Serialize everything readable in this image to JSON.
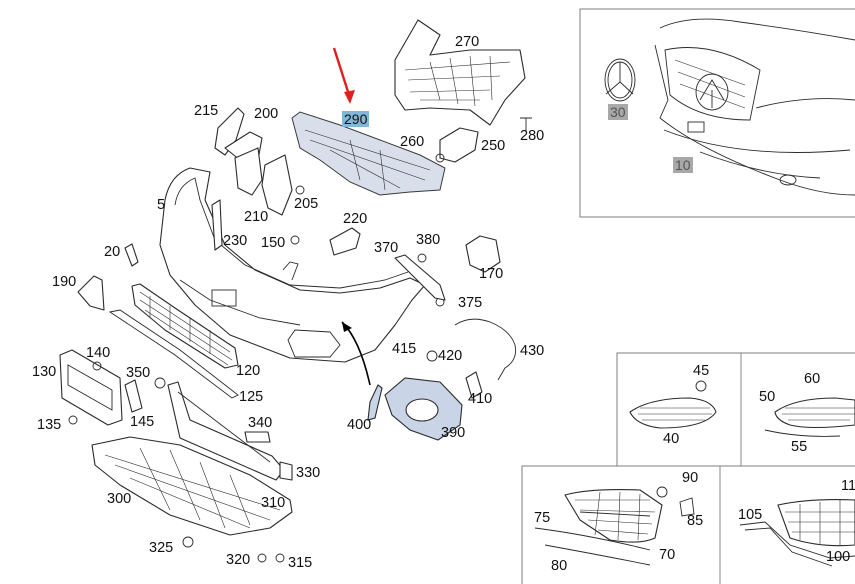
{
  "colors": {
    "highlight_box": "#7fb8d8",
    "grey_box": "#a8a8a8",
    "arrow_red": "#e02020",
    "part_blue": "#c9d4e6"
  },
  "highlighted_part": "290",
  "labels": {
    "p5": "5",
    "p10": "10",
    "p20": "20",
    "p30": "30",
    "p40": "40",
    "p45": "45",
    "p50": "50",
    "p55": "55",
    "p60": "60",
    "p70": "70",
    "p75": "75",
    "p80": "80",
    "p85": "85",
    "p90": "90",
    "p100": "100",
    "p105": "105",
    "p11": "11",
    "p120": "120",
    "p125": "125",
    "p130": "130",
    "p135": "135",
    "p140": "140",
    "p145": "145",
    "p150": "150",
    "p170": "170",
    "p190": "190",
    "p200": "200",
    "p205": "205",
    "p210": "210",
    "p215": "215",
    "p220": "220",
    "p230": "230",
    "p250": "250",
    "p260": "260",
    "p270": "270",
    "p280": "280",
    "p290": "290",
    "p300": "300",
    "p310": "310",
    "p315": "315",
    "p320": "320",
    "p325": "325",
    "p330": "330",
    "p340": "340",
    "p350": "350",
    "p370": "370",
    "p375": "375",
    "p380": "380",
    "p390": "390",
    "p400": "400",
    "p410": "410",
    "p415": "415",
    "p420": "420",
    "p430": "430"
  }
}
